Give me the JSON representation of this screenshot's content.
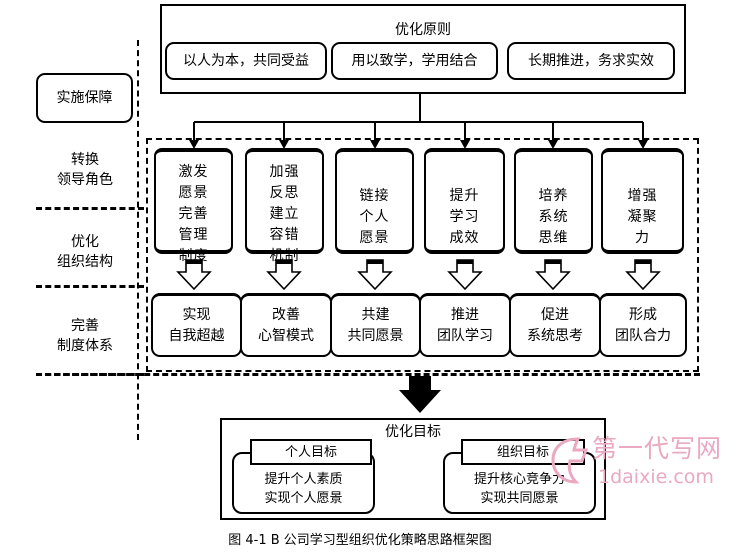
{
  "principles": {
    "title": "优化原则",
    "items": [
      "以人为本，共同受益",
      "用以致学，学用结合",
      "长期推进，务求实效"
    ]
  },
  "left_labels": {
    "guarantee": "实施保障",
    "row1": [
      "转换",
      "领导角色"
    ],
    "row2": [
      "优化",
      "组织结构"
    ],
    "row3": [
      "完善",
      "制度体系"
    ]
  },
  "measures": [
    "激发愿景完善管理制度",
    "加强反思建立容错机制",
    "链接个人愿景",
    "提升学习成效",
    "培养系统思维",
    "增强凝聚力"
  ],
  "results": [
    [
      "实现",
      "自我超越"
    ],
    [
      "改善",
      "心智模式"
    ],
    [
      "共建",
      "共同愿景"
    ],
    [
      "推进",
      "团队学习"
    ],
    [
      "促进",
      "系统思考"
    ],
    [
      "形成",
      "团队合力"
    ]
  ],
  "goals": {
    "title": "优化目标",
    "personal": {
      "label": "个人目标",
      "lines": [
        "提升个人素质",
        "实现个人愿景"
      ]
    },
    "org": {
      "label": "组织目标",
      "lines": [
        "提升核心竞争力",
        "实现共同愿景"
      ]
    }
  },
  "caption": "图 4-1 B 公司学习型组织优化策略思路框架图",
  "watermark": {
    "cn": "第一代写网",
    "en": "1daixie.com",
    "color": "#e9a9c0"
  }
}
